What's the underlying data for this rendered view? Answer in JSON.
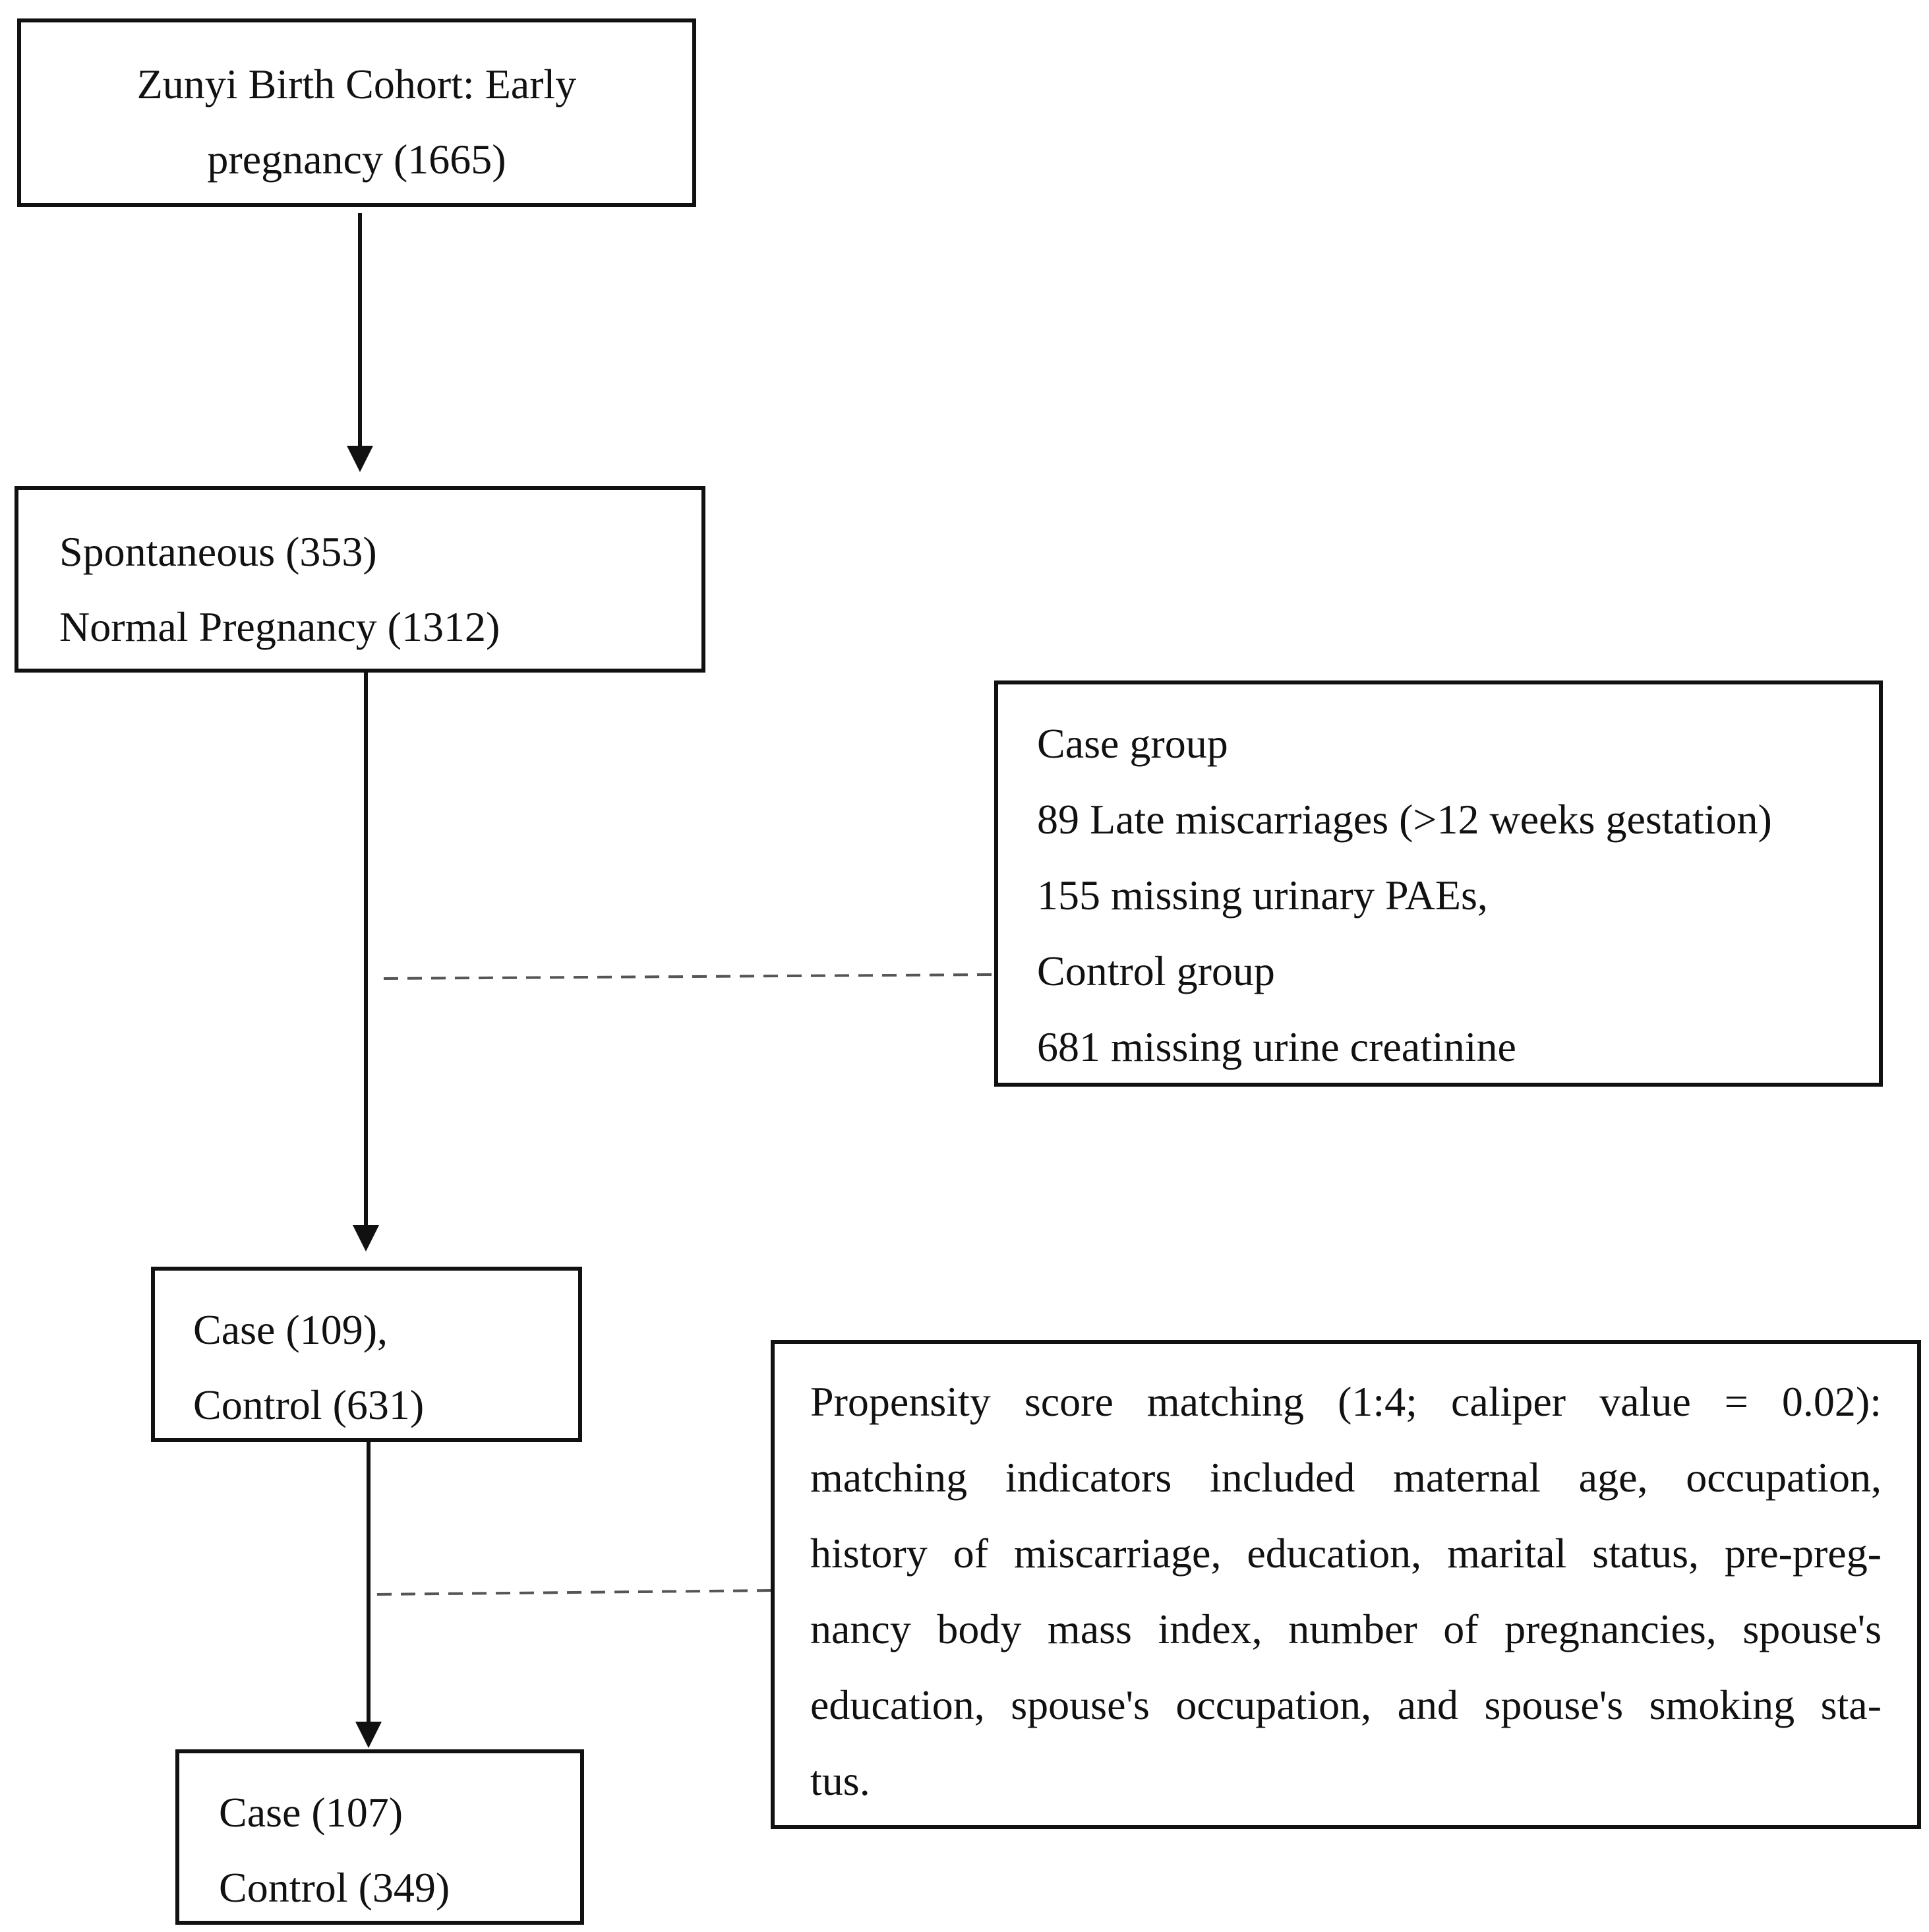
{
  "boxes": {
    "cohort": {
      "lines": [
        "Zunyi Birth Cohort: Early",
        "pregnancy (1665)"
      ]
    },
    "outcomes": {
      "lines": [
        "Spontaneous (353)",
        "Normal Pregnancy (1312)"
      ]
    },
    "exclusions": {
      "lines": [
        "Case group",
        "89 Late miscarriages (>12 weeks gestation)",
        "155 missing urinary PAEs,",
        "Control group",
        "681 missing urine creatinine"
      ]
    },
    "eligible": {
      "lines": [
        "Case (109),",
        "Control (631)"
      ]
    },
    "matching": {
      "lines": [
        "Propensity score matching (1:4; caliper value = 0.02):",
        "matching indicators included maternal age, occupation,",
        "history of miscarriage, education, marital status, pre-preg-",
        "nancy body mass index, number of pregnancies, spouse's",
        "education, spouse's occupation, and spouse's smoking sta-",
        "tus."
      ]
    },
    "final": {
      "lines": [
        "Case (107)",
        "Control (349)"
      ]
    }
  }
}
